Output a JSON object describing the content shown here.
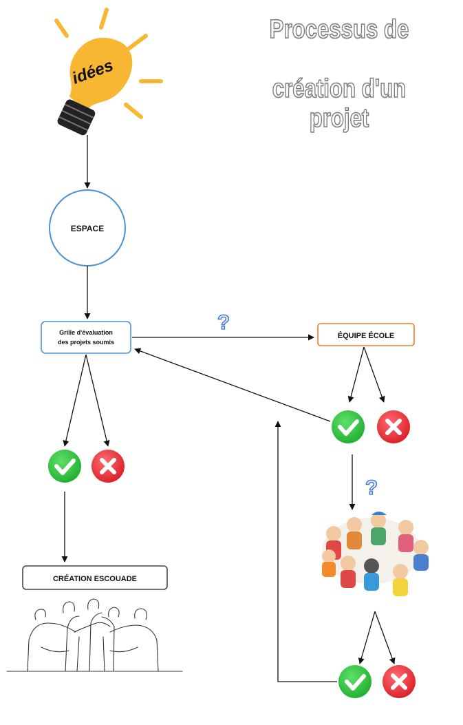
{
  "title": {
    "line1": "Processus de",
    "line2": "création d'un projet"
  },
  "bulb": {
    "label": "idées"
  },
  "nodes": {
    "espace": "ESPACE",
    "grille_line1": "Grille d'évaluation",
    "grille_line2": "des projets soumis",
    "equipe_ecole": "ÉQUIPE ÉCOLE",
    "creation_escouade": "CRÉATION ESCOUADE"
  },
  "marks": {
    "question": "?"
  },
  "colors": {
    "accept": "#2ecc40",
    "reject": "#e8333a",
    "espace_border": "#4a90d9",
    "equipe_border": "#f07a2a",
    "bulb": "#f7b733",
    "question": "#3b6fc4"
  }
}
